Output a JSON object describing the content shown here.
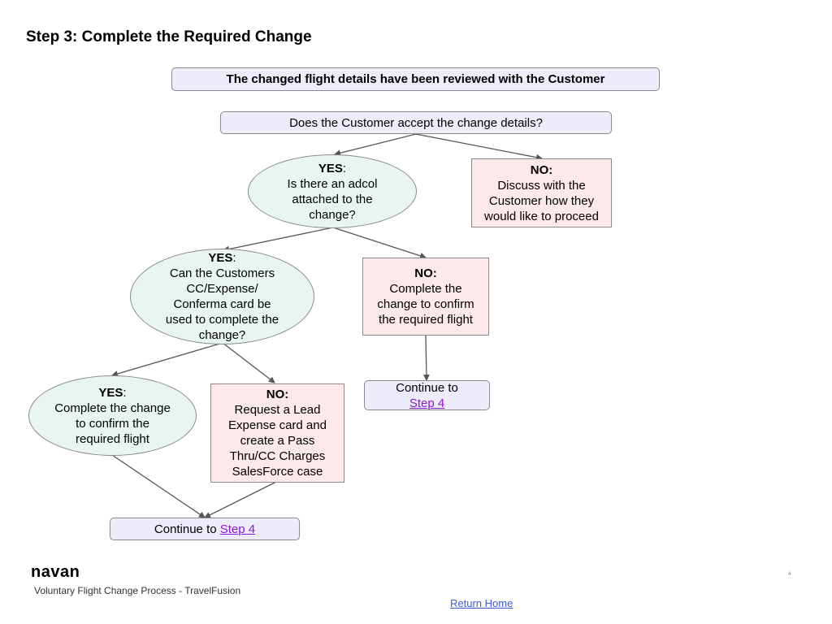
{
  "page": {
    "title": "Step 3: Complete the Required Change"
  },
  "flow": {
    "reviewed": "The changed flight details have been reviewed with the Customer",
    "question": "Does the Customer accept the change details?",
    "yes1": {
      "label": "YES",
      "colon": ":",
      "text": "Is there an adcol attached to the change?"
    },
    "no1": {
      "label": "NO:",
      "text": "Discuss with the Customer how they would like to proceed"
    },
    "yes2": {
      "label": "YES",
      "colon": ":",
      "text": "Can the Customers CC/Expense/ Conferma card be used to complete the change?"
    },
    "no2": {
      "label": "NO:",
      "text": "Complete the change to confirm the required flight"
    },
    "continue_right": {
      "prefix": "Continue to",
      "link": "Step 4"
    },
    "yes3": {
      "label": "YES",
      "colon": ":",
      "text": "Complete the change to confirm the required flight"
    },
    "no3": {
      "label": "NO:",
      "text": "Request a Lead Expense card and create a Pass Thru/CC Charges SalesForce case"
    },
    "continue_bottom": {
      "prefix": "Continue to ",
      "link": "Step 4"
    }
  },
  "footer": {
    "logo": "navan",
    "caption": "Voluntary Flight Change Process - TravelFusion",
    "return_home": "Return Home",
    "page_number": "4"
  },
  "colors": {
    "blue_box": "#ececfb",
    "pink_box": "#fde9e9",
    "green_ellipse": "#e9f6ef",
    "link": "#8a19d6"
  }
}
